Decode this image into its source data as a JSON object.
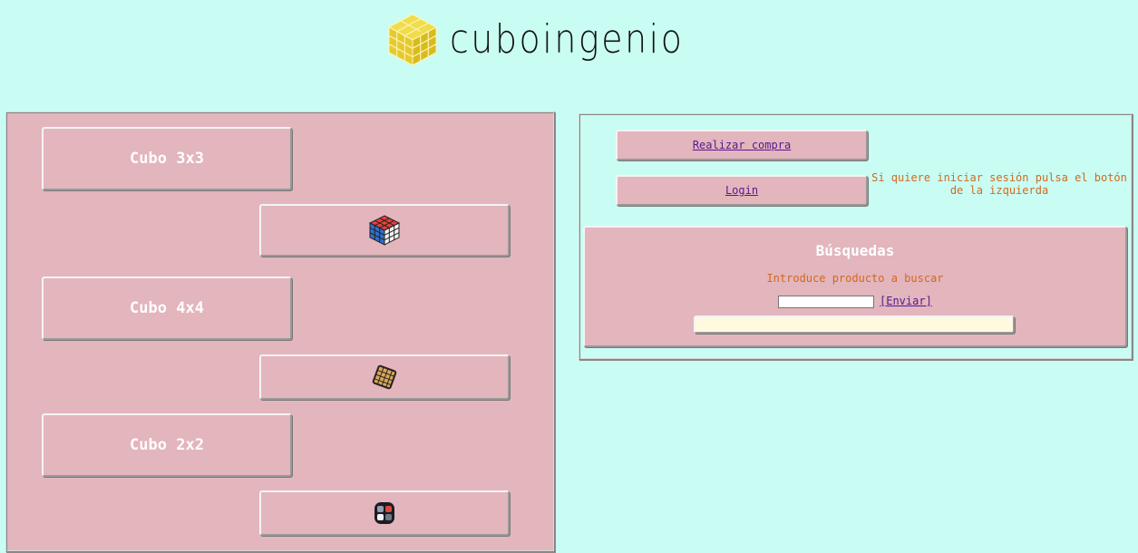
{
  "header": {
    "logo_text": "cuboingenio",
    "logo_icon": "cube-icon"
  },
  "products": {
    "items": [
      {
        "title": "Cubo 3x3",
        "icon": "cube-3x3-icon"
      },
      {
        "title": "Cubo 4x4",
        "icon": "cube-4x4-icon"
      },
      {
        "title": "Cubo 2x2",
        "icon": "cube-2x2-icon"
      }
    ]
  },
  "user": {
    "purchase_label": "Realizar compra",
    "login_label": "Login",
    "login_hint": "Si quiere iniciar sesión pulsa el botón de la izquierda"
  },
  "search": {
    "title": "Búsquedas",
    "prompt": "Introduce producto a buscar",
    "input_value": "",
    "submit_label": "[Enviar]",
    "results": ""
  },
  "colors": {
    "background": "#c9fdf3",
    "panel": "#e3b5bd",
    "accent_text": "#d2691e",
    "link": "#551a8b",
    "results_bg": "#fffadf"
  }
}
